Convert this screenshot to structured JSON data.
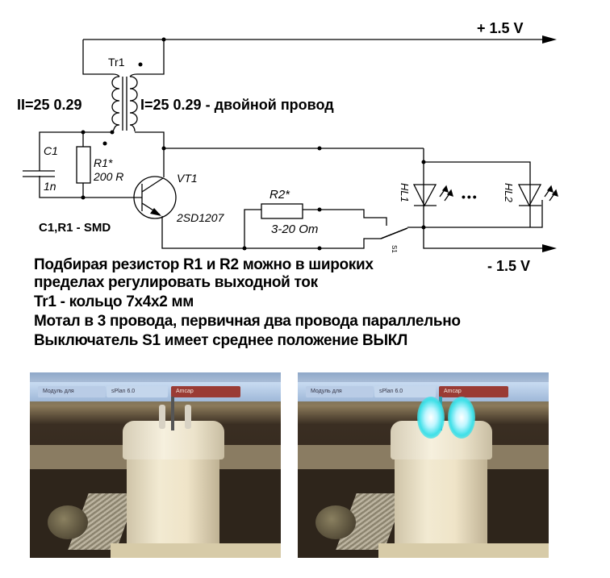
{
  "schematic": {
    "supply_positive": "+ 1.5 V",
    "supply_negative": "- 1.5 V",
    "transformer": {
      "ref": "Tr1",
      "winding_left": "II=25 0.29",
      "winding_right": "I=25 0.29 - двойной провод"
    },
    "capacitor": {
      "ref": "C1",
      "value": "1n"
    },
    "resistor1": {
      "ref": "R1*",
      "value": "200 R"
    },
    "smd_note": "C1,R1 - SMD",
    "transistor": {
      "ref": "VT1",
      "part": "2SD1207"
    },
    "resistor2": {
      "ref": "R2*",
      "value": "3-20 Om"
    },
    "switch": {
      "ref": "S1"
    },
    "leds": [
      {
        "ref": "HL1"
      },
      {
        "ref": "HL2"
      }
    ],
    "led_ellipsis": "•••"
  },
  "notes": [
    "Подбирая резистор R1 и R2 можно в широких",
    "пределах регулировать выходной ток",
    "Tr1 - кольцо 7х4х2 мм",
    " Мотал в 3 провода, первичная два провода параллельно",
    "Выключатель S1 имеет среднее положение ВЫКЛ"
  ],
  "photos": [
    {
      "state": "off",
      "taskbar_items": [
        "Модуль для",
        "sPlan 6.0",
        "Amcap"
      ]
    },
    {
      "state": "on",
      "taskbar_items": [
        "Модуль для",
        "sPlan 6.0",
        "Amcap"
      ],
      "glow_color": "#3fe0e8"
    }
  ]
}
